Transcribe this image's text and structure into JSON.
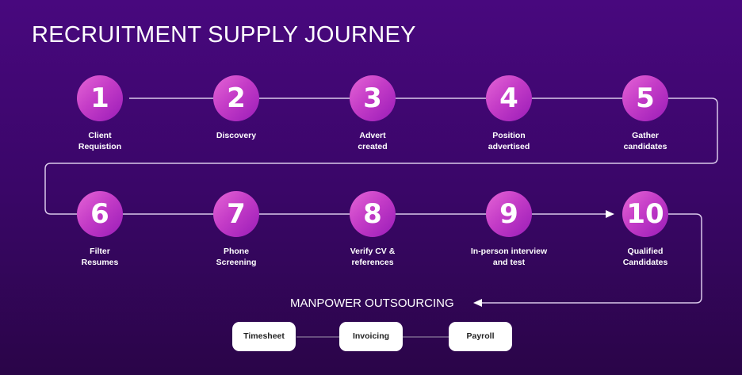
{
  "title": "RECRUITMENT SUPPLY JOURNEY",
  "steps": [
    {
      "number": "1",
      "label": "Client\nRequistion"
    },
    {
      "number": "2",
      "label": "Discovery"
    },
    {
      "number": "3",
      "label": "Advert\ncreated"
    },
    {
      "number": "4",
      "label": "Position\nadvertised"
    },
    {
      "number": "5",
      "label": "Gather\ncandidates"
    },
    {
      "number": "6",
      "label": "Filter\nResumes"
    },
    {
      "number": "7",
      "label": "Phone\nScreening"
    },
    {
      "number": "8",
      "label": "Verify CV &\nreferences"
    },
    {
      "number": "9",
      "label": "In-person interview\nand test"
    },
    {
      "number": "10",
      "label": "Qualified\nCandidates"
    }
  ],
  "outsourcing": {
    "title": "MANPOWER OUTSOURCING",
    "items": [
      "Timesheet",
      "Invoicing",
      "Payroll"
    ]
  }
}
